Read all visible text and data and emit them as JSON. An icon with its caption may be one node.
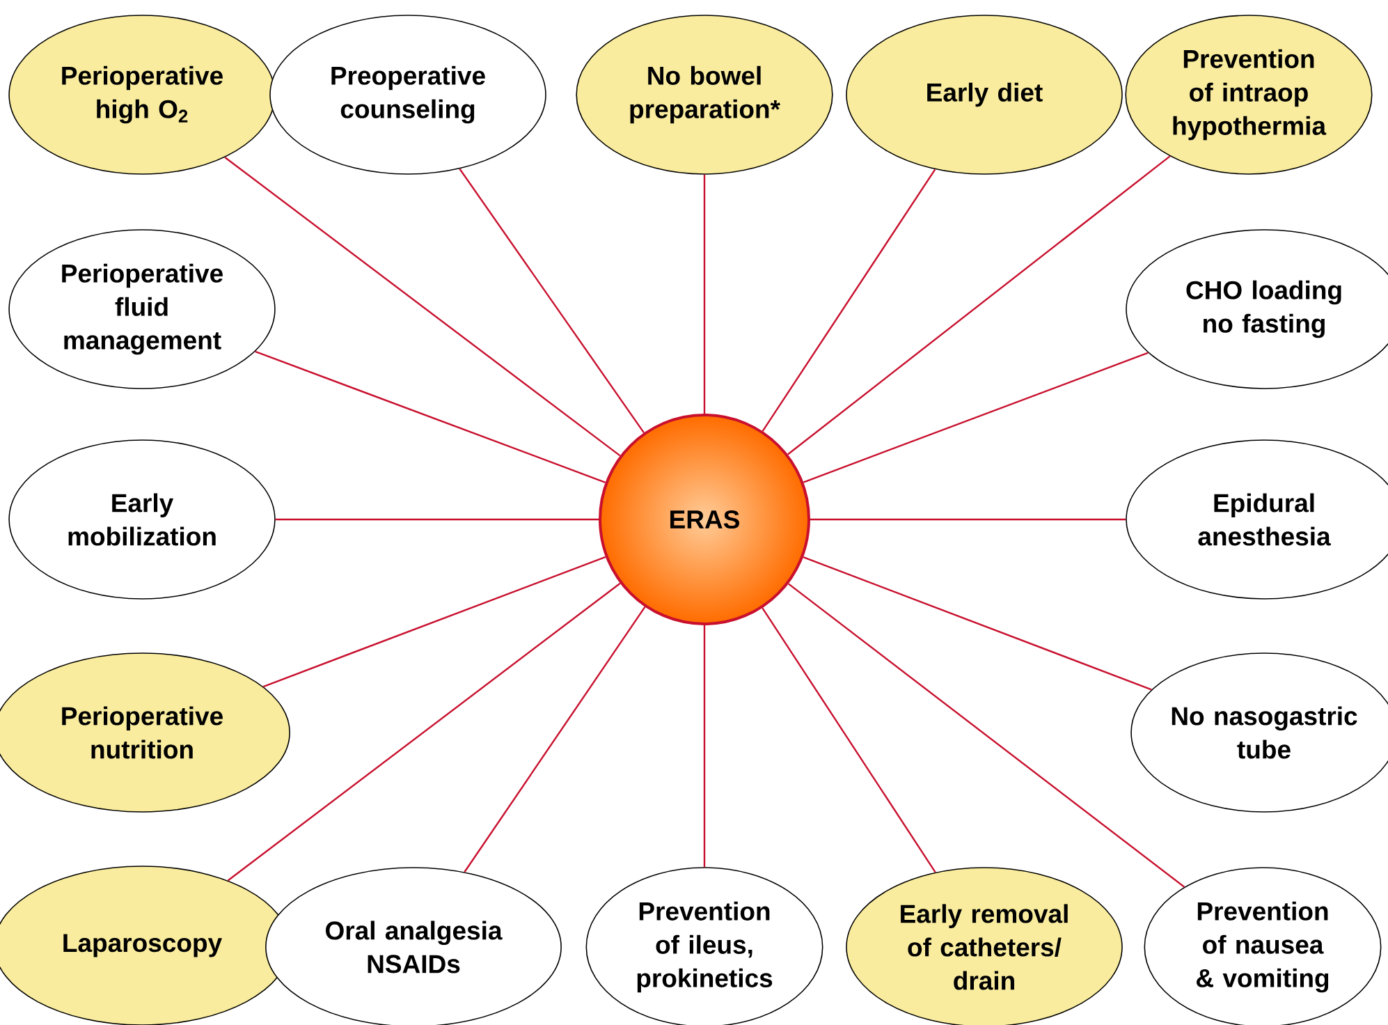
{
  "diagram": {
    "nodes": [
      {
        "text": [
          "Perioperative high O$_{2}$"
        ]
      },
      {
        "text": [
          "Preoperative counseling"
        ]
      },
      {
        "text": [
          "No bowel preparation*"
        ]
      },
      {
        "text": [
          "Early diet"
        ]
      },
      {
        "text": [
          "Prevention of intraop hypothermia"
        ]
      },
      {
        "text": [
          "Perioperative fluid management"
        ]
      },
      {
        "text": [
          "CHO loading no fasting"
        ]
      },
      {
        "text": [
          "Early mobilization"
        ]
      },
      {
        "text": [
          "ERAS"
        ]
      },
      {
        "text": [
          "Epidural anesthesia"
        ]
      },
      {
        "text": [
          "Perioperative nutrition"
        ]
      },
      {
        "text": [
          "No nasogastric tube"
        ]
      },
      {
        "text": [
          "Laparoscopy"
        ]
      },
      {
        "text": [
          "Oral analgesia NSAIDs"
        ]
      },
      {
        "text": [
          "Prevention of ileus, prokinetics"
        ]
      },
      {
        "text": [
          "Early removal of catheters/ drain"
        ]
      },
      {
        "text": [
          "Prevention of nausea & vomiting"
        ]
      }
    ],
    "edges": [
      {
        "from": 8,
        "to": 0,
        "arrow": "none"
      },
      {
        "from": 8,
        "to": 1,
        "arrow": "none"
      },
      {
        "from": 8,
        "to": 2,
        "arrow": "none"
      },
      {
        "from": 8,
        "to": 3,
        "arrow": "none"
      },
      {
        "from": 8,
        "to": 4,
        "arrow": "none"
      },
      {
        "from": 8,
        "to": 5,
        "arrow": "none"
      },
      {
        "from": 8,
        "to": 6,
        "arrow": "none"
      },
      {
        "from": 8,
        "to": 7,
        "arrow": "none"
      },
      {
        "from": 8,
        "to": 9,
        "arrow": "none"
      },
      {
        "from": 8,
        "to": 10,
        "arrow": "none"
      },
      {
        "from": 8,
        "to": 11,
        "arrow": "none"
      },
      {
        "from": 8,
        "to": 12,
        "arrow": "none"
      },
      {
        "from": 8,
        "to": 13,
        "arrow": "none"
      },
      {
        "from": 8,
        "to": 14,
        "arrow": "none"
      },
      {
        "from": 8,
        "to": 15,
        "arrow": "none"
      },
      {
        "from": 8,
        "to": 16,
        "arrow": "none"
      }
    ]
  }
}
